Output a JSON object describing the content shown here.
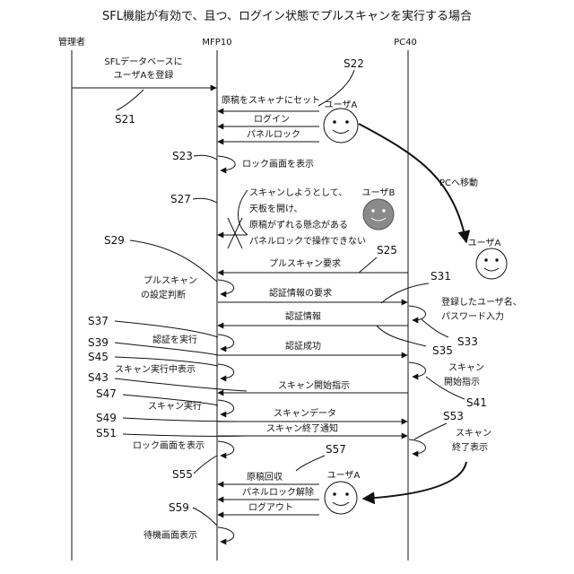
{
  "title": "SFL機能が有効で、且つ、ログイン状態でプルスキャンを実行する場合",
  "lanes": {
    "admin": "管理者",
    "mfp": "MFP10",
    "pc": "PC40"
  },
  "actors": {
    "userA_top": "ユーザA",
    "userB": "ユーザB",
    "userA_pc": "ユーザA",
    "userA_bottom": "ユーザA"
  },
  "notes": {
    "move_to_pc": "PCへ移動"
  },
  "messages": {
    "sfl_line1": "SFLデータベースに",
    "sfl_line2": "ユーザAを登録",
    "set_original": "原稿をスキャナにセット",
    "login": "ログイン",
    "panel_lock": "パネルロック",
    "lock_screen": "ロック画面を表示",
    "userB_line1": "スキャンしようとして、",
    "userB_line2": "天板を開け、",
    "userB_line3": "原稿がずれる懸念がある",
    "userB_line4": "パネルロックで操作できない",
    "pull_scan_req": "プルスキャン要求",
    "pull_scan_judge1": "プルスキャン",
    "pull_scan_judge2": "の設定判断",
    "auth_info_req": "認証情報の要求",
    "registered1": "登録したユーザ名、",
    "registered2": "パスワード入力",
    "auth_info": "認証情報",
    "run_auth": "認証を実行",
    "auth_success": "認証成功",
    "scan_start_pc1": "スキャン",
    "scan_start_pc2": "開始指示",
    "scanning_display": "スキャン実行中表示",
    "scan_start_instr": "スキャン開始指示",
    "scan_exec": "スキャン実行",
    "scan_data": "スキャンデータ",
    "scan_end_notice": "スキャン終了通知",
    "scan_end_disp1": "スキャン",
    "scan_end_disp2": "終了表示",
    "lock_screen2": "ロック画面を表示",
    "collect_original": "原稿回収",
    "panel_unlock": "パネルロック解除",
    "logout": "ログアウト",
    "standby_screen": "待機画面表示"
  },
  "steps": {
    "S21": "S21",
    "S22": "S22",
    "S23": "S23",
    "S25": "S25",
    "S27": "S27",
    "S29": "S29",
    "S31": "S31",
    "S33": "S33",
    "S35": "S35",
    "S37": "S37",
    "S39": "S39",
    "S41": "S41",
    "S43": "S43",
    "S45": "S45",
    "S47": "S47",
    "S49": "S49",
    "S51": "S51",
    "S53": "S53",
    "S55": "S55",
    "S57": "S57",
    "S59": "S59"
  }
}
